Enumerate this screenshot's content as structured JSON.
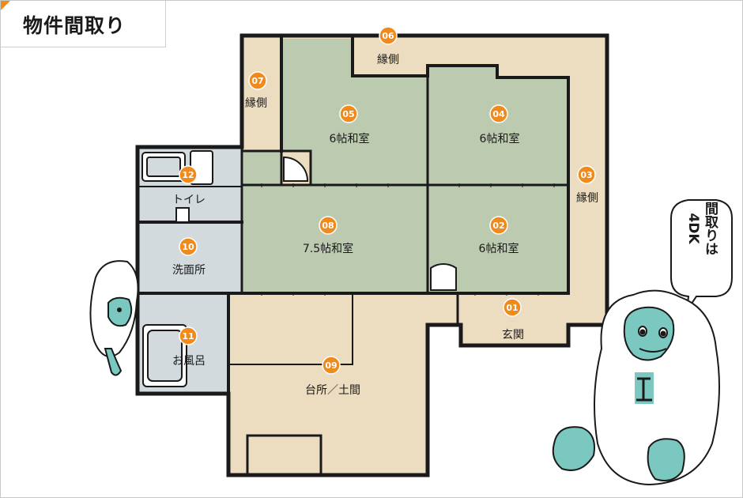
{
  "title": "物件間取り",
  "rooms": [
    {
      "num": "01",
      "label": "玄関"
    },
    {
      "num": "02",
      "label": "6帖和室"
    },
    {
      "num": "03",
      "label": "縁側"
    },
    {
      "num": "04",
      "label": "6帖和室"
    },
    {
      "num": "05",
      "label": "6帖和室"
    },
    {
      "num": "06",
      "label": "縁側"
    },
    {
      "num": "07",
      "label": "縁側"
    },
    {
      "num": "08",
      "label": "7.5帖和室"
    },
    {
      "num": "09",
      "label": "台所／土間"
    },
    {
      "num": "10",
      "label": "洗面所"
    },
    {
      "num": "11",
      "label": "お風呂"
    },
    {
      "num": "12",
      "label": "トイレ"
    }
  ],
  "bubble": {
    "col1": "間取りは",
    "col2": "4DK"
  },
  "colors": {
    "tatami": "#bccab0",
    "wood": "#ecdcc0",
    "wet": "#d2dade",
    "marker": "#f08a1c",
    "wall": "#1a1a1a"
  },
  "mascot": "yeti-mascot"
}
